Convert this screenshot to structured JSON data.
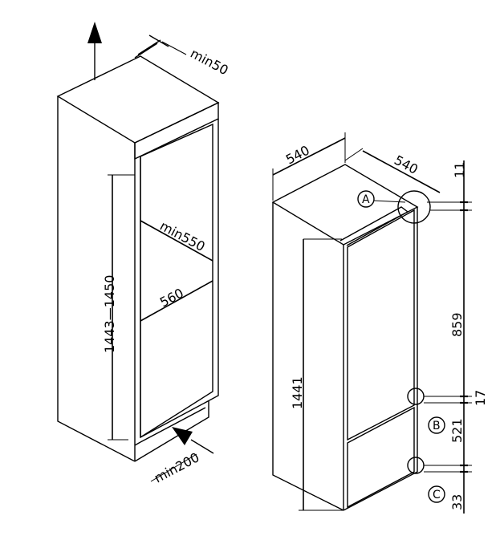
{
  "niche": {
    "vent_min": "min50",
    "height": "1443—1450",
    "depth_min": "min550",
    "width": "560",
    "bottom_vent_min": "min200"
  },
  "appliance": {
    "width": "540",
    "depth": "540",
    "height": "1441",
    "dim_top": "11",
    "dim_859": "859",
    "dim_17": "17",
    "dim_521": "521",
    "dim_33": "33",
    "marker_a": "A",
    "marker_b": "B",
    "marker_c": "C"
  }
}
